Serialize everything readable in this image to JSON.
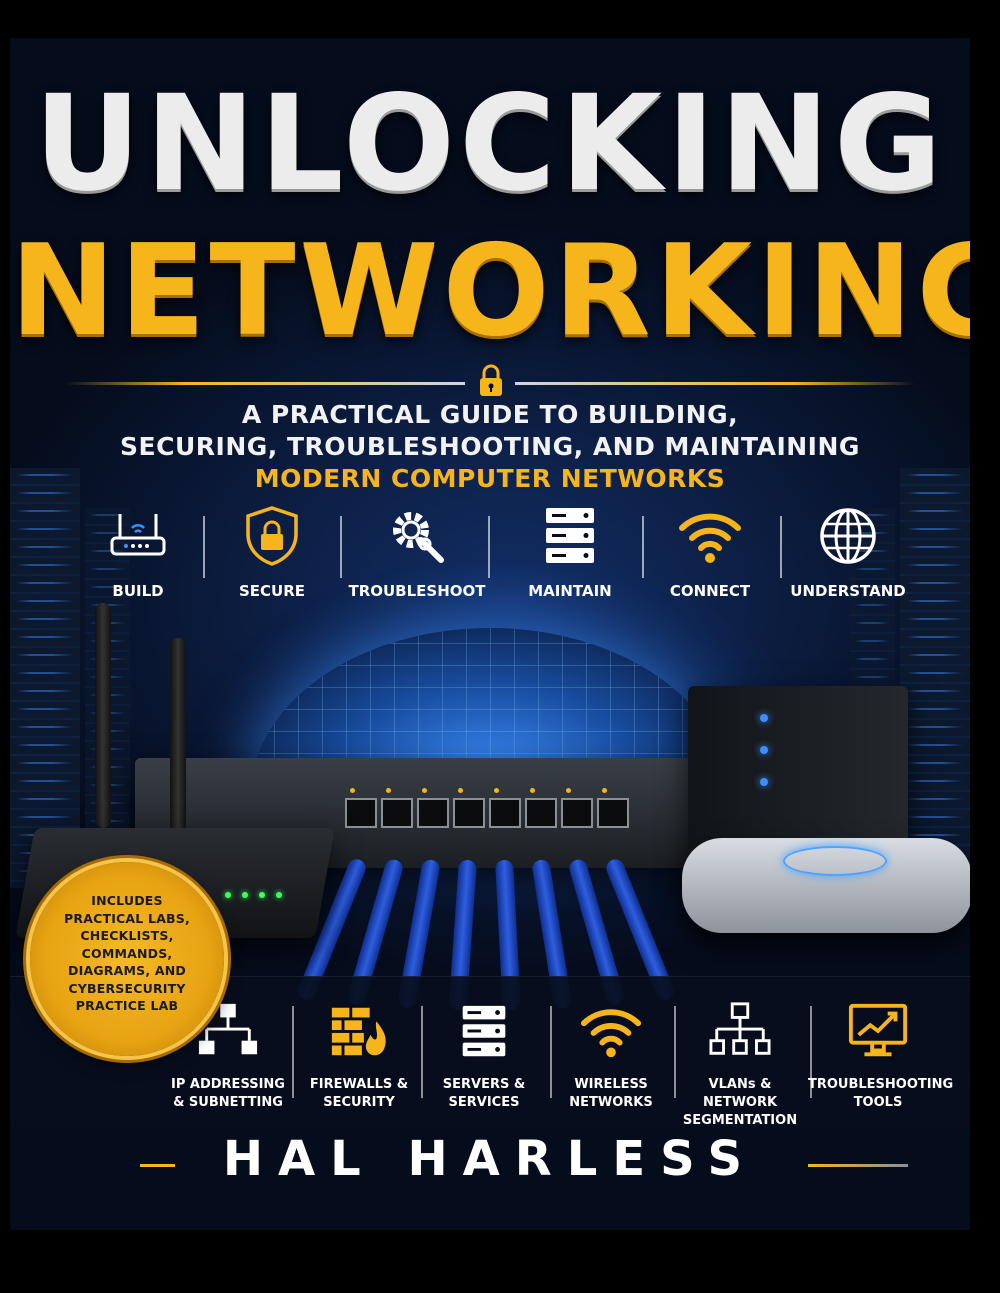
{
  "cover": {
    "title_line1": "UNLOCKING",
    "title_line2": "NETWORKING",
    "subtitle_line1": "A PRACTICAL GUIDE TO BUILDING,",
    "subtitle_line2": "SECURING, TROUBLESHOOTING, AND MAINTAINING",
    "subtitle_line3": "MODERN COMPUTER NETWORKS",
    "author": "HAL HARLESS"
  },
  "top_features": [
    {
      "label": "BUILD",
      "icon": "router-icon"
    },
    {
      "label": "SECURE",
      "icon": "shield-lock-icon"
    },
    {
      "label": "TROUBLESHOOT",
      "icon": "gear-wrench-icon"
    },
    {
      "label": "MAINTAIN",
      "icon": "server-rack-icon"
    },
    {
      "label": "CONNECT",
      "icon": "wifi-icon"
    },
    {
      "label": "UNDERSTAND",
      "icon": "globe-icon"
    }
  ],
  "seal": {
    "lines": [
      "INCLUDES",
      "PRACTICAL LABS,",
      "CHECKLISTS,",
      "COMMANDS,",
      "DIAGRAMS, AND",
      "CYBERSECURITY",
      "PRACTICE LAB"
    ]
  },
  "bottom_features": [
    {
      "label": "IP ADDRESSING\n& SUBNETTING",
      "icon": "network-tree-icon"
    },
    {
      "label": "FIREWALLS &\nSECURITY",
      "icon": "firewall-icon"
    },
    {
      "label": "SERVERS &\nSERVICES",
      "icon": "server-icon"
    },
    {
      "label": "WIRELESS\nNETWORKS",
      "icon": "wifi-icon"
    },
    {
      "label": "VLANs & NETWORK\nSEGMENTATION",
      "icon": "vlan-diagram-icon"
    },
    {
      "label": "TROUBLESHOOTING\nTOOLS",
      "icon": "monitor-chart-icon"
    }
  ],
  "colors": {
    "accent_gold": "#f6b61b",
    "background_navy": "#050b1a",
    "glow_blue": "#3d8fff"
  }
}
